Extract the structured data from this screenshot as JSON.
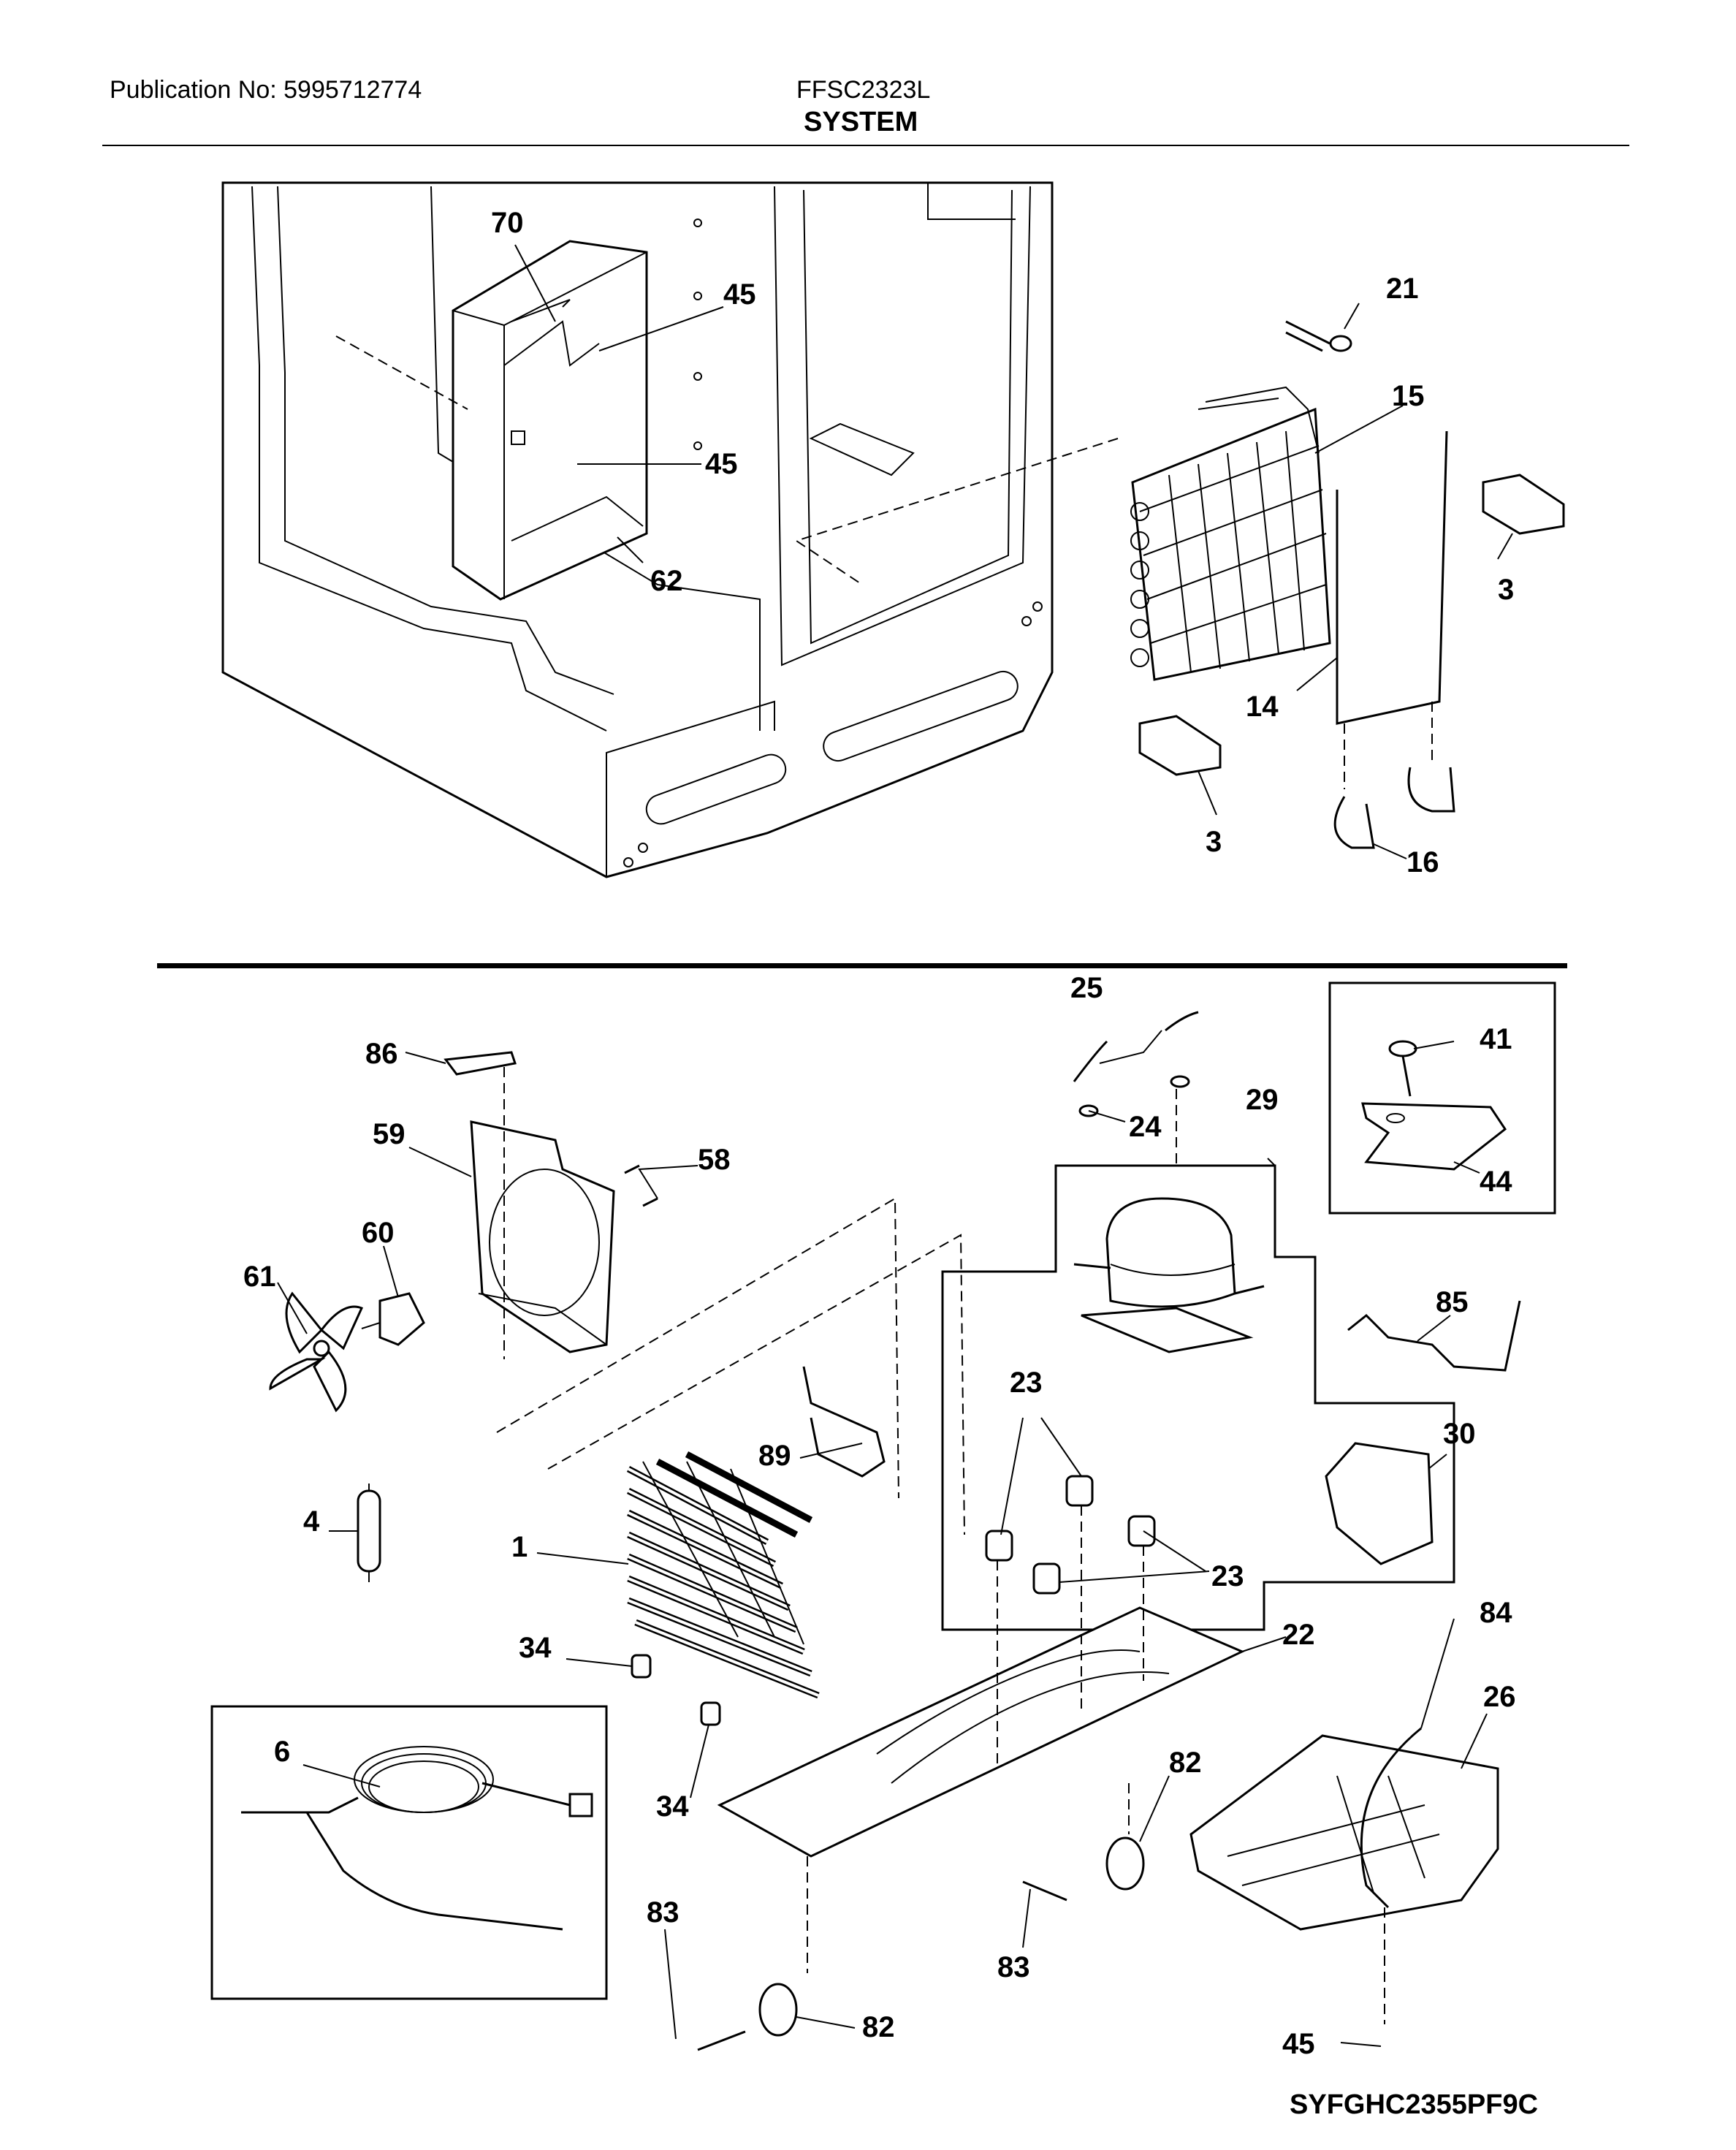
{
  "header": {
    "publication": "Publication No: 5995712774",
    "model": "FFSC2323L",
    "section": "SYSTEM"
  },
  "callouts": [
    "70",
    "45",
    "45",
    "62",
    "21",
    "15",
    "3",
    "14",
    "3",
    "16",
    "25",
    "86",
    "24",
    "29",
    "41",
    "59",
    "58",
    "44",
    "60",
    "61",
    "85",
    "23",
    "30",
    "89",
    "4",
    "1",
    "23",
    "22",
    "34",
    "84",
    "26",
    "6",
    "82",
    "34",
    "83",
    "83",
    "82",
    "45"
  ],
  "diagram_code": "SYFGHC2355PF9C"
}
